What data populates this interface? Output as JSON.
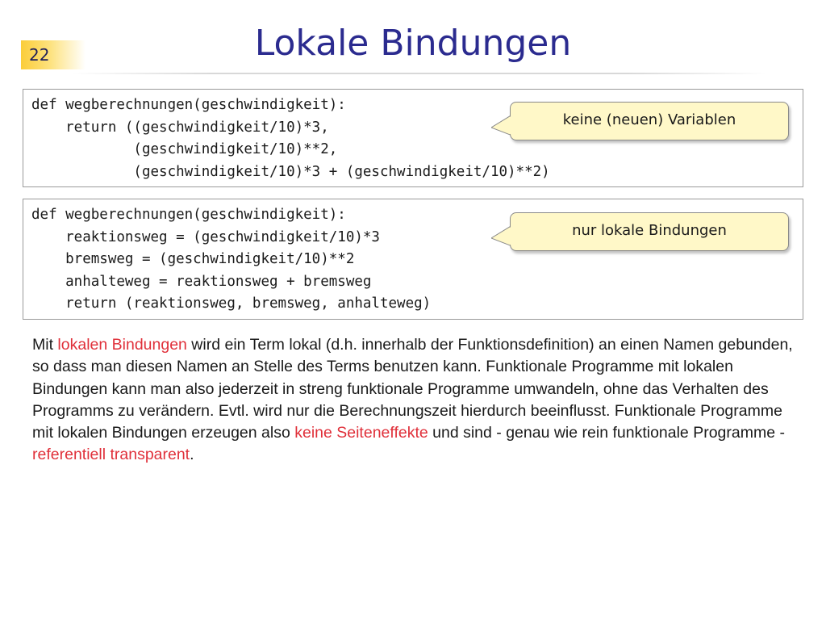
{
  "slide": {
    "number": "22",
    "title": "Lokale Bindungen"
  },
  "code_block_1": {
    "lines": [
      "def wegberechnungen(geschwindigkeit):",
      "    return ((geschwindigkeit/10)*3,",
      "            (geschwindigkeit/10)**2,",
      "            (geschwindigkeit/10)*3 + (geschwindigkeit/10)**2)"
    ],
    "callout": "keine (neuen) Variablen"
  },
  "code_block_2": {
    "lines": [
      "def wegberechnungen(geschwindigkeit):",
      "    reaktionsweg = (geschwindigkeit/10)*3",
      "    bremsweg = (geschwindigkeit/10)**2",
      "    anhalteweg = reaktionsweg + bremsweg",
      "    return (reaktionsweg, bremsweg, anhalteweg)"
    ],
    "callout": "nur lokale Bindungen"
  },
  "paragraph": {
    "p1": "Mit ",
    "h1": "lokalen Bindungen",
    "p2": " wird ein Term lokal (d.h. innerhalb der Funktionsdefinition) an einen Namen gebunden, so dass man diesen Namen an Stelle des Terms benutzen kann. Funktionale Programme mit lokalen Bindungen kann man also jederzeit in streng funktionale Programme umwandeln, ohne das Verhalten des Programms zu verändern. Evtl. wird nur die Berechnungszeit hierdurch beeinflusst. Funktionale Programme mit lokalen Bindungen erzeugen also ",
    "h2": "keine Seiteneffekte",
    "p3": " und sind - genau wie rein funktionale Programme - ",
    "h3": "referentiell transparent",
    "p4": "."
  },
  "colors": {
    "title": "#2b2b8f",
    "highlight": "#e0303a",
    "callout_fill": "#fff8c8",
    "slide_number_fill": "#fbcd3a"
  }
}
